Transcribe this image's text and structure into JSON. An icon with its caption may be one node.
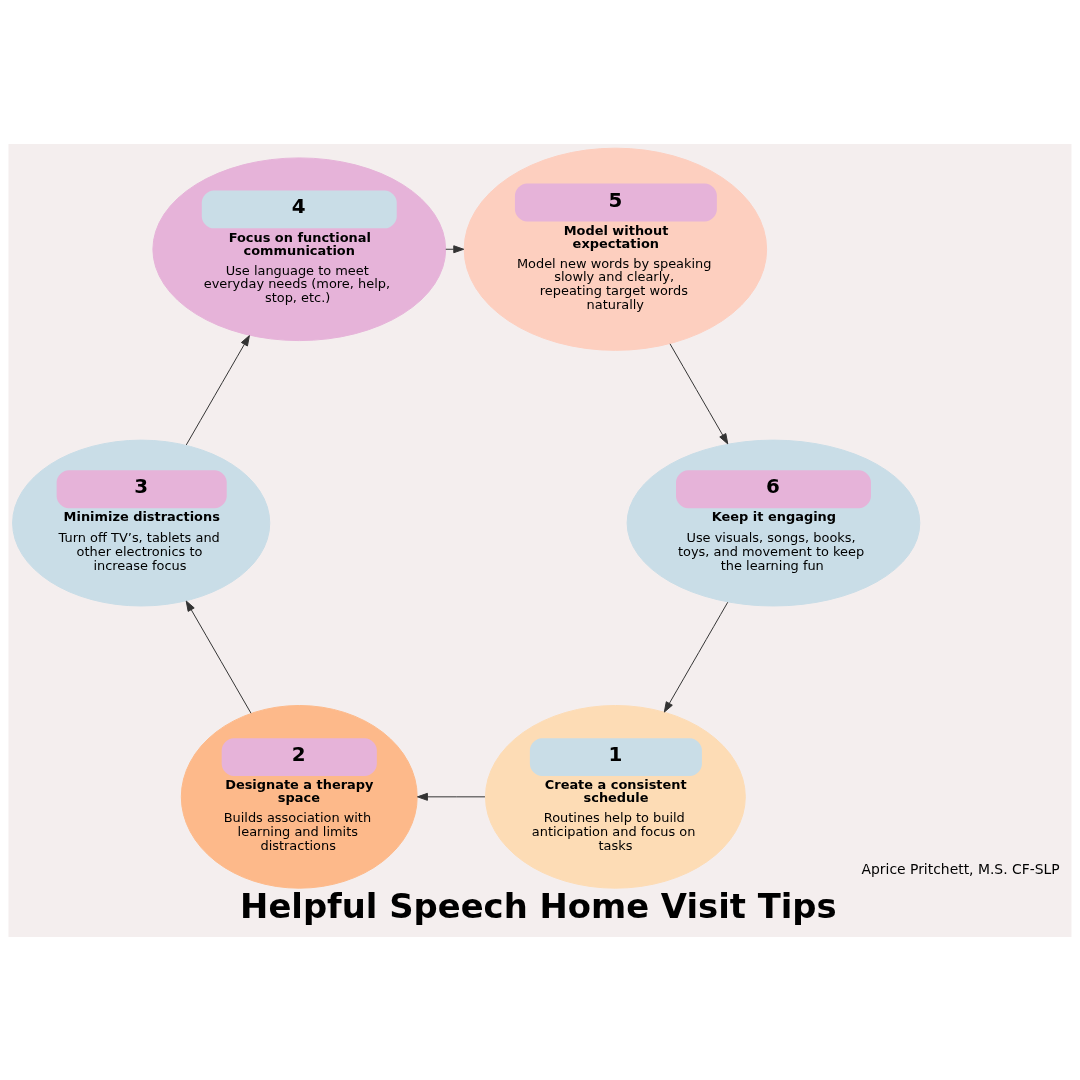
{
  "diagram": {
    "title": "Helpful Speech Home Visit Tips",
    "nodes": [
      {
        "text": [
          "1",
          "Create a consistent schedule",
          "Routines help to build anticipation and focus on tasks"
        ]
      },
      {
        "text": [
          "2",
          "Designate a therapy space",
          "Builds association with learning and limits distractions"
        ]
      },
      {
        "text": [
          "3",
          "Minimize distractions",
          "Turn off TV’s, tablets and other electronics to increase focus"
        ]
      },
      {
        "text": [
          "4",
          "Focus on functional communication",
          "Use language to meet everyday needs (more, help, stop, etc.)"
        ]
      },
      {
        "text": [
          "5",
          "Model without expectation",
          "Model new words by speaking slowly and clearly, repeating target words naturally"
        ]
      },
      {
        "text": [
          "6",
          "Keep it engaging",
          "Use visuals, songs, books, toys, and movement to keep the learning fun"
        ]
      }
    ],
    "edges": [
      {
        "from": 5,
        "to": 0,
        "arrow": "to"
      },
      {
        "from": 0,
        "to": 1,
        "arrow": "to"
      },
      {
        "from": 1,
        "to": 2,
        "arrow": "to"
      },
      {
        "from": 2,
        "to": 3,
        "arrow": "to"
      },
      {
        "from": 3,
        "to": 4,
        "arrow": "to"
      },
      {
        "from": 4,
        "to": 5,
        "arrow": "to"
      }
    ],
    "labels": [
      "Aprice Pritchett, M.S. CF-SLP"
    ]
  }
}
